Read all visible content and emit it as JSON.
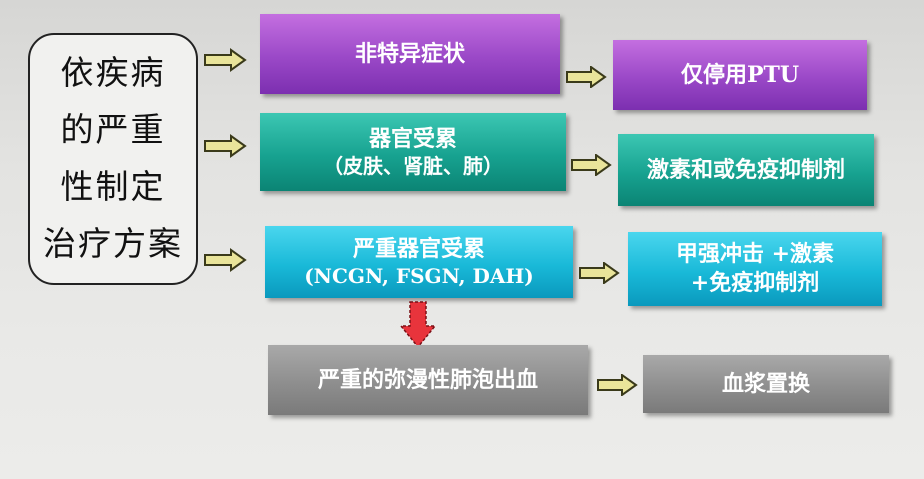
{
  "left_label": {
    "lines": [
      "依疾病",
      "的严重",
      "性制定",
      "治疗方案"
    ]
  },
  "rows": [
    {
      "condition": {
        "lines": [
          "非特异症状"
        ]
      },
      "treatment": {
        "lines": [
          "仅停用PTU"
        ]
      }
    },
    {
      "condition": {
        "lines": [
          "器官受累",
          "（皮肤、肾脏、肺）"
        ]
      },
      "treatment": {
        "lines": [
          "激素和或免疫抑制剂"
        ]
      }
    },
    {
      "condition": {
        "lines": [
          "严重器官受累",
          "(NCGN, FSGN, DAH)"
        ]
      },
      "treatment": {
        "lines": [
          "甲强冲击 +激素",
          "+免疫抑制剂"
        ]
      }
    },
    {
      "condition": {
        "lines": [
          "严重的弥漫性肺泡出血"
        ]
      },
      "treatment": {
        "lines": [
          "血浆置换"
        ]
      }
    }
  ],
  "colors": {
    "row_1": "#9a48c7",
    "row_2": "#17a290",
    "row_3": "#19b9d8",
    "row_4": "#8e8e8e",
    "arrow_fill": "#e9e49a",
    "down_arrow": "#e8343c"
  }
}
